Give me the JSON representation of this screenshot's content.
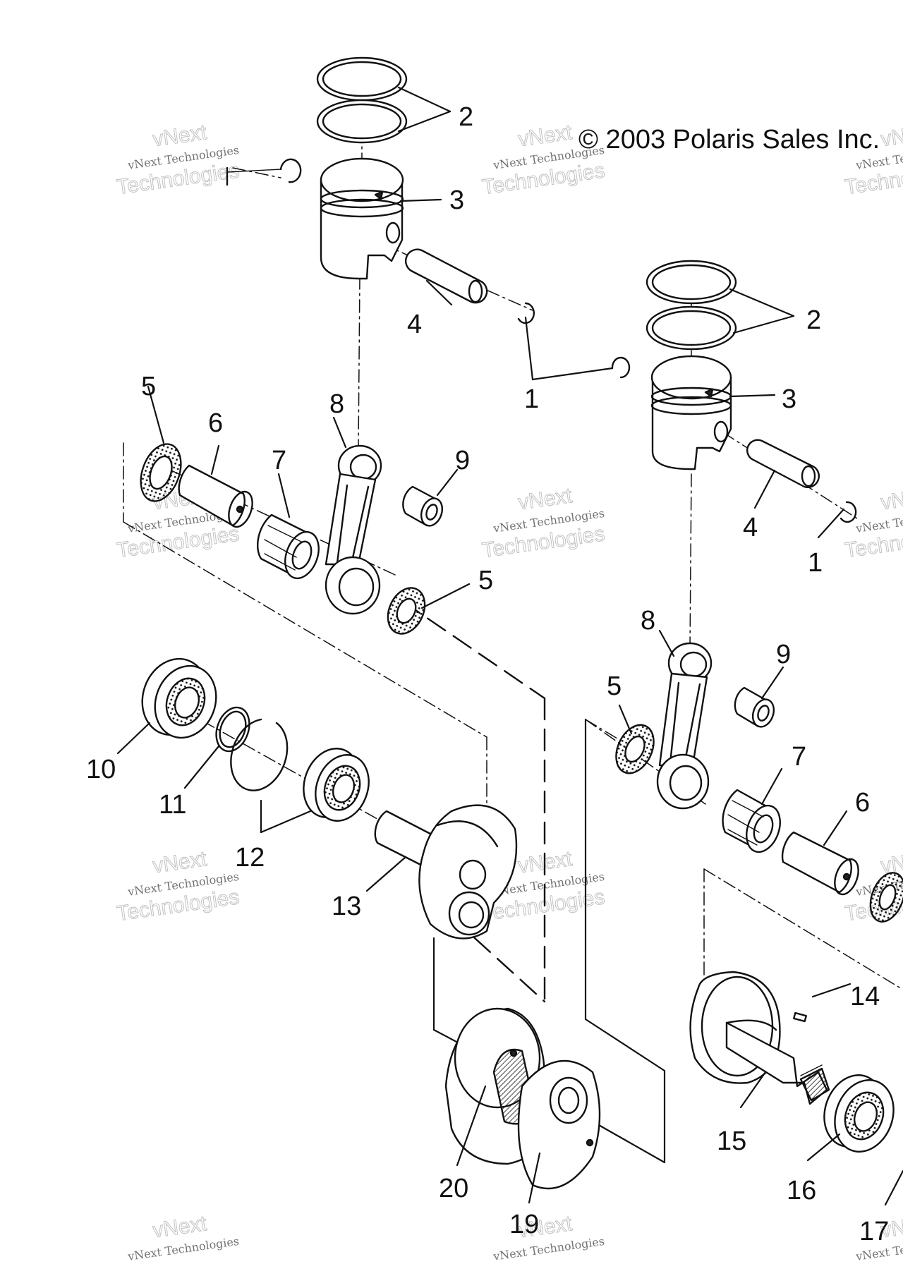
{
  "copyright": "© 2003 Polaris Sales Inc.",
  "watermark": {
    "line1": "vNext",
    "line2": "vNext Technologies",
    "line3": "Technologies"
  },
  "callouts": [
    {
      "id": "c-2a",
      "label": "2"
    },
    {
      "id": "c-3a",
      "label": "3"
    },
    {
      "id": "c-4a",
      "label": "4"
    },
    {
      "id": "c-1a",
      "label": "1"
    },
    {
      "id": "c-5a",
      "label": "5"
    },
    {
      "id": "c-6a",
      "label": "6"
    },
    {
      "id": "c-7a",
      "label": "7"
    },
    {
      "id": "c-8a",
      "label": "8"
    },
    {
      "id": "c-9a",
      "label": "9"
    },
    {
      "id": "c-5b",
      "label": "5"
    },
    {
      "id": "c-2b",
      "label": "2"
    },
    {
      "id": "c-3b",
      "label": "3"
    },
    {
      "id": "c-4b",
      "label": "4"
    },
    {
      "id": "c-1b",
      "label": "1"
    },
    {
      "id": "c-8b",
      "label": "8"
    },
    {
      "id": "c-9b",
      "label": "9"
    },
    {
      "id": "c-5c",
      "label": "5"
    },
    {
      "id": "c-7b",
      "label": "7"
    },
    {
      "id": "c-6b",
      "label": "6"
    },
    {
      "id": "c-10",
      "label": "10"
    },
    {
      "id": "c-11",
      "label": "11"
    },
    {
      "id": "c-12",
      "label": "12"
    },
    {
      "id": "c-13",
      "label": "13"
    },
    {
      "id": "c-14",
      "label": "14"
    },
    {
      "id": "c-15",
      "label": "15"
    },
    {
      "id": "c-16",
      "label": "16"
    },
    {
      "id": "c-17",
      "label": "17"
    },
    {
      "id": "c-19",
      "label": "19"
    },
    {
      "id": "c-20",
      "label": "20"
    }
  ]
}
